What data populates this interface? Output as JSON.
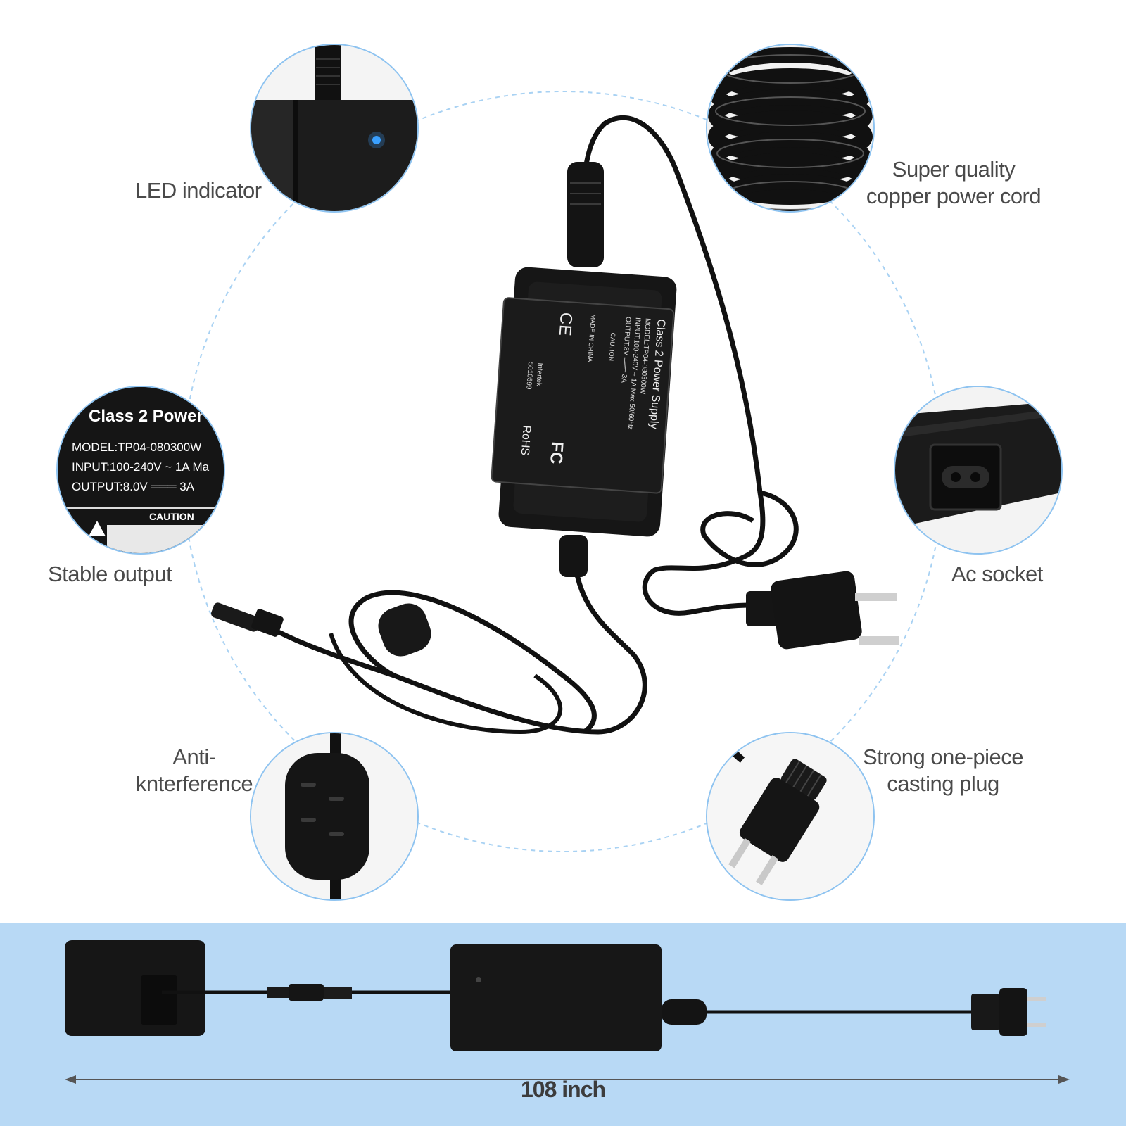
{
  "features": {
    "led_indicator": "LED indicator",
    "copper_cord": [
      "Super quality",
      "copper power cord"
    ],
    "stable_output": "Stable output",
    "ac_socket": "Ac socket",
    "anti_interference": [
      "Anti-",
      "knterference"
    ],
    "casting_plug": [
      "Strong one-piece",
      "casting plug"
    ]
  },
  "label_closeup": {
    "title": "Class 2 Power",
    "model": "MODEL:TP04-080300W",
    "input": "INPUT:100-240V ~ 1A Ma",
    "output": "OUTPUT:8.0V ═══ 3A",
    "caution": "CAUTION"
  },
  "adapter_label": {
    "title": "Class 2 Power Supply",
    "model": "MODEL:TP04-080300W",
    "input": "INPUT:100-240V ~ 1A Max 50/60Hz",
    "output": "OUTPUT:8V ═══ 3A",
    "made_in": "MADE IN CHINA",
    "caution": "CAUTION",
    "ce": "CE",
    "fc": "FC",
    "rohs": "RoHS",
    "intertek": "Intertek",
    "intertek_no": "5010599"
  },
  "cable_length": "108 inch",
  "colors": {
    "accent_ring": "#8ec3f0",
    "band": "#b8d9f5",
    "led": "#3aa0ff",
    "product": "#1a1a1a"
  }
}
